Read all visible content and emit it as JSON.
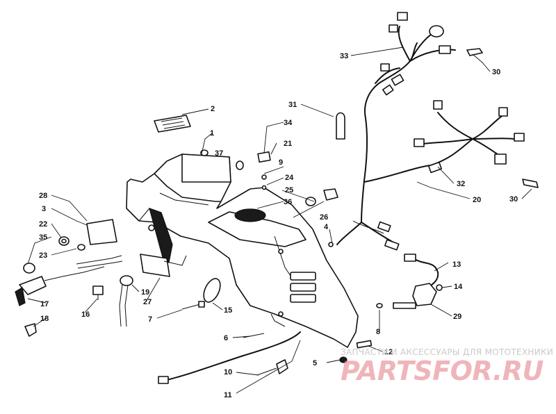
{
  "callouts": [
    {
      "id": "c1",
      "label": "1"
    },
    {
      "id": "c2",
      "label": "2"
    },
    {
      "id": "c3",
      "label": "3"
    },
    {
      "id": "c4",
      "label": "4"
    },
    {
      "id": "c5",
      "label": "5"
    },
    {
      "id": "c6",
      "label": "6"
    },
    {
      "id": "c7",
      "label": "7"
    },
    {
      "id": "c8",
      "label": "8"
    },
    {
      "id": "c9",
      "label": "9"
    },
    {
      "id": "c10",
      "label": "10"
    },
    {
      "id": "c11",
      "label": "11"
    },
    {
      "id": "c12",
      "label": "12"
    },
    {
      "id": "c13",
      "label": "13"
    },
    {
      "id": "c14",
      "label": "14"
    },
    {
      "id": "c15",
      "label": "15"
    },
    {
      "id": "c16",
      "label": "16"
    },
    {
      "id": "c17",
      "label": "17"
    },
    {
      "id": "c18",
      "label": "18"
    },
    {
      "id": "c19",
      "label": "19"
    },
    {
      "id": "c20",
      "label": "20"
    },
    {
      "id": "c21",
      "label": "21"
    },
    {
      "id": "c22",
      "label": "22"
    },
    {
      "id": "c23",
      "label": "23"
    },
    {
      "id": "c24",
      "label": "24"
    },
    {
      "id": "c25",
      "label": "25"
    },
    {
      "id": "c26",
      "label": "26"
    },
    {
      "id": "c27",
      "label": "27"
    },
    {
      "id": "c28",
      "label": "28"
    },
    {
      "id": "c29",
      "label": "29"
    },
    {
      "id": "c30a",
      "label": "30"
    },
    {
      "id": "c30b",
      "label": "30"
    },
    {
      "id": "c31",
      "label": "31"
    },
    {
      "id": "c32",
      "label": "32"
    },
    {
      "id": "c33",
      "label": "33"
    },
    {
      "id": "c34",
      "label": "34"
    },
    {
      "id": "c35",
      "label": "35"
    },
    {
      "id": "c36",
      "label": "36"
    },
    {
      "id": "c37",
      "label": "37"
    }
  ],
  "watermark": {
    "tagline": "ЗАПЧАСТИ И АКСЕССУАРЫ ДЛЯ МОТОТЕХНИКИ",
    "brand": "PARTSFOR.RU"
  }
}
